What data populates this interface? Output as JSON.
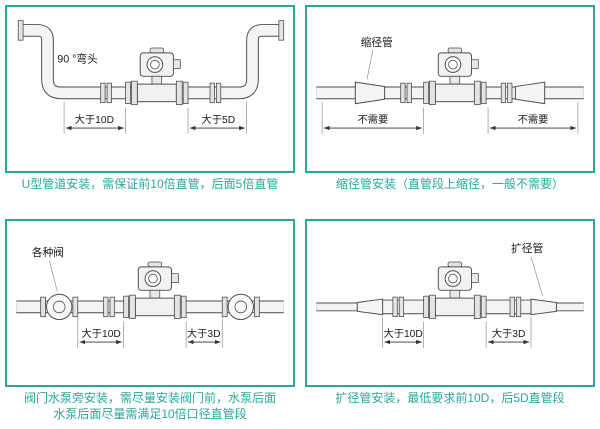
{
  "theme": {
    "accent": "#2aa79b",
    "line_color": "#4d4d4d"
  },
  "panels": [
    {
      "id": "u-pipe",
      "component_label": "90 °弯头",
      "dim_left": "大于10D",
      "dim_right": "大于5D",
      "caption_lines": [
        "U型管道安装，需保证前10倍直管，后面5倍直管"
      ]
    },
    {
      "id": "reducer",
      "component_label": "缩径管",
      "dim_left": "不需要",
      "dim_right": "不需要",
      "caption_lines": [
        "缩径管安装（直管段上缩径，一般不需要）"
      ]
    },
    {
      "id": "valve-pump",
      "component_label": "各种阀",
      "dim_left": "大于10D",
      "dim_right": "大于3D",
      "caption_lines": [
        "阀门水泵旁安装，需尽量安装阀门前，水泵后面",
        "水泵后面尽量需满足10倍口径直管段"
      ]
    },
    {
      "id": "expander",
      "component_label": "扩径管",
      "dim_left": "大于10D",
      "dim_right": "大于3D",
      "caption_lines": [
        "扩径管安装，最低要求前10D，后5D直管段"
      ]
    }
  ]
}
